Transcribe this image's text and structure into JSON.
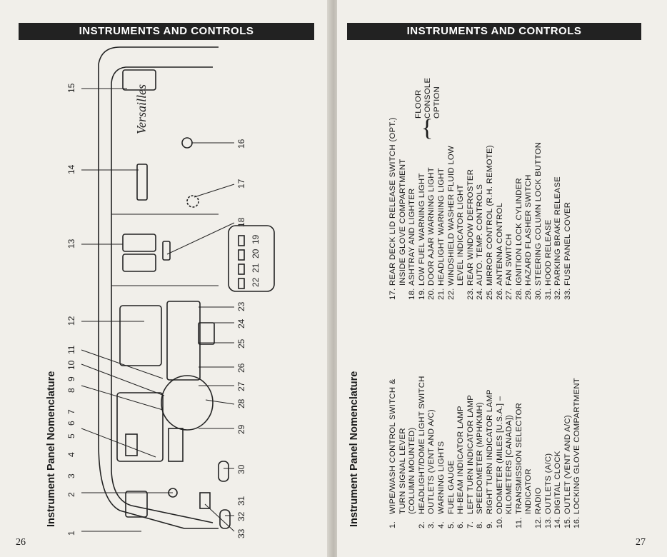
{
  "header": "INSTRUMENTS AND CONTROLS",
  "title": "Instrument Panel Nomenclature",
  "left_page_number": "26",
  "right_page_number": "27",
  "logo_script": "Versailles",
  "callout_numbers": [
    "1",
    "2",
    "3",
    "4",
    "5",
    "6",
    "7",
    "8",
    "9",
    "10",
    "11",
    "12",
    "13",
    "14",
    "15",
    "16",
    "17",
    "18",
    "19",
    "20",
    "21",
    "22",
    "23",
    "24",
    "25",
    "26",
    "27",
    "28",
    "29",
    "30",
    "31",
    "32",
    "33"
  ],
  "list_left": [
    {
      "num": "1.",
      "text": "WIPE/WASH CONTROL SWITCH &"
    },
    {
      "num": "",
      "text": "TURN SIGNAL LEVER"
    },
    {
      "num": "",
      "text": "(COLUMN MOUNTED)"
    },
    {
      "num": "2.",
      "text": "HEADLIGHT/DOME LIGHT SWITCH"
    },
    {
      "num": "3.",
      "text": "OUTLETS (VENT AND A/C)"
    },
    {
      "num": "4.",
      "text": "WARNING LIGHTS"
    },
    {
      "num": "5.",
      "text": "FUEL GAUGE"
    },
    {
      "num": "6.",
      "text": "HI-BEAM INDICATOR LAMP"
    },
    {
      "num": "7.",
      "text": "LEFT TURN INDICATOR LAMP"
    },
    {
      "num": "8.",
      "text": "SPEEDOMETER (MPH/KMH)"
    },
    {
      "num": "9.",
      "text": "RIGHT TURN INDICATOR LAMP"
    },
    {
      "num": "10.",
      "text": "ODOMETER (MILES [U.S.A.] –"
    },
    {
      "num": "",
      "text": "KILOMETERS [CANADA])"
    },
    {
      "num": "11.",
      "text": "TRANSMISSION SELECTOR"
    },
    {
      "num": "",
      "text": "INDICATOR"
    },
    {
      "num": "12.",
      "text": "RADIO"
    },
    {
      "num": "13.",
      "text": "OUTLETS (A/C)"
    },
    {
      "num": "14.",
      "text": "DIGITAL CLOCK"
    },
    {
      "num": "15.",
      "text": "OUTLET (VENT AND A/C)"
    },
    {
      "num": "16.",
      "text": "LOCKING GLOVE COMPARTMENT"
    }
  ],
  "list_right": [
    {
      "num": "17.",
      "text": "REAR DECK LID RELEASE SWITCH (OPT.)"
    },
    {
      "num": "",
      "text": "INSIDE GLOVE COMPARTMENT"
    },
    {
      "num": "18.",
      "text": "ASHTRAY AND LIGHTER"
    },
    {
      "num": "19.",
      "text": "LOW FUEL WARNING LIGHT"
    },
    {
      "num": "20.",
      "text": "DOOR AJAR WARNING LIGHT"
    },
    {
      "num": "21.",
      "text": "HEADLIGHT WARNING LIGHT"
    },
    {
      "num": "22.",
      "text": "WINDSHIELD WASHER FLUID LOW"
    },
    {
      "num": "",
      "text": "LEVEL INDICATOR LIGHT"
    },
    {
      "num": "23.",
      "text": "REAR WINDOW DEFROSTER"
    },
    {
      "num": "24.",
      "text": "AUTO. TEMP. CONTROLS"
    },
    {
      "num": "25.",
      "text": "MIRROR CONTROL (R.H. REMOTE)"
    },
    {
      "num": "26.",
      "text": "ANTENNA CONTROL"
    },
    {
      "num": "27.",
      "text": "FAN SWITCH"
    },
    {
      "num": "28.",
      "text": "IGNITION LOCK CYLINDER"
    },
    {
      "num": "29.",
      "text": "HAZARD FLASHER SWITCH"
    },
    {
      "num": "30.",
      "text": "STEERING COLUMN LOCK BUTTON"
    },
    {
      "num": "31.",
      "text": "HOOD RELEASE"
    },
    {
      "num": "32.",
      "text": "PARKING BRAKE RELEASE"
    },
    {
      "num": "33.",
      "text": "FUSE PANEL COVER"
    }
  ],
  "brace_options": [
    "FLOOR",
    "CONSOLE",
    "OPTION"
  ]
}
